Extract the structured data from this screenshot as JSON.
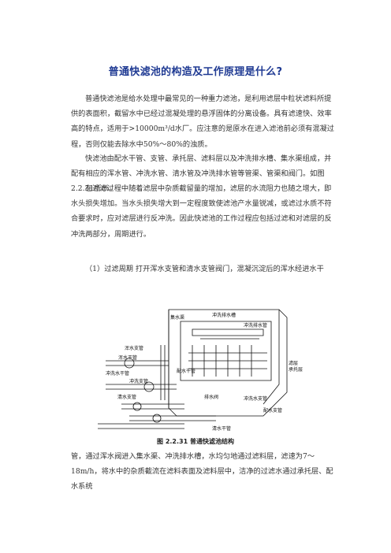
{
  "title": "普通快滤池的构造及工作原理是什么?",
  "paragraphs": [
    "普通快滤池是给水处理中最常见的一种重力滤池，是利用滤层中粒状滤料所提供的表面积，截留水中已经过混凝处理的悬浮固体的分离设备。具有滤速快、效率高的特点，适用于>10000m³/d水厂。应注意的是原水在进入滤池前必须有混凝过程，否则仅能去除水中50%～80%的浊质。",
    "快滤池由配水干管、支管、承托层、滤料层以及冲洗排水槽、集水渠组成，并配有相应的浑水管、冲洗水管、清水管及冲洗排水管等管渠、管渠和阀门。如图2.2.31所示。",
    "在过滤过程中随着滤层中杂质截留量的增加，滤层的水流阻力也随之增大，即水头损失增加。当水头损失增大到一定程度致使滤池产水量锐减，或滤过水质不符合要求时，应对滤层进行反冲洗。因此快滤池的工作过程应包括过滤和对滤层的反冲洗两部分，周期进行。",
    "（1）过滤周期  打开浑水支管和清水支管阀门，混凝沉淀后的浑水经进水干"
  ],
  "figure": {
    "labels": {
      "collector": "集水渠",
      "washout": "冲洗排水槽",
      "washout2": "冲洗排水管",
      "inflow_branch": "浑水支管",
      "inflow_main": "浑水干管",
      "wash_main": "冲洗水干管",
      "clean_branch": "清水支管",
      "distribution_main": "配水干管",
      "wash_branch": "冲洗支管",
      "drain": "排水阀",
      "filter_layer": "滤层",
      "support_layer": "承托层",
      "distribution_branch": "配水支管",
      "clean_main": "清水干管",
      "wash_water_main": "冲洗水支管"
    },
    "caption": "图 2.2.31    普通快滤池结构"
  },
  "after_figure": "管，通过浑水阀进入集水渠、冲洗排水槽，水均匀地通过滤料层，滤速为7～18m/h，将水中的杂质截流在滤料表面及滤料层中，洁净的过滤水通过承托层、配水系统"
}
